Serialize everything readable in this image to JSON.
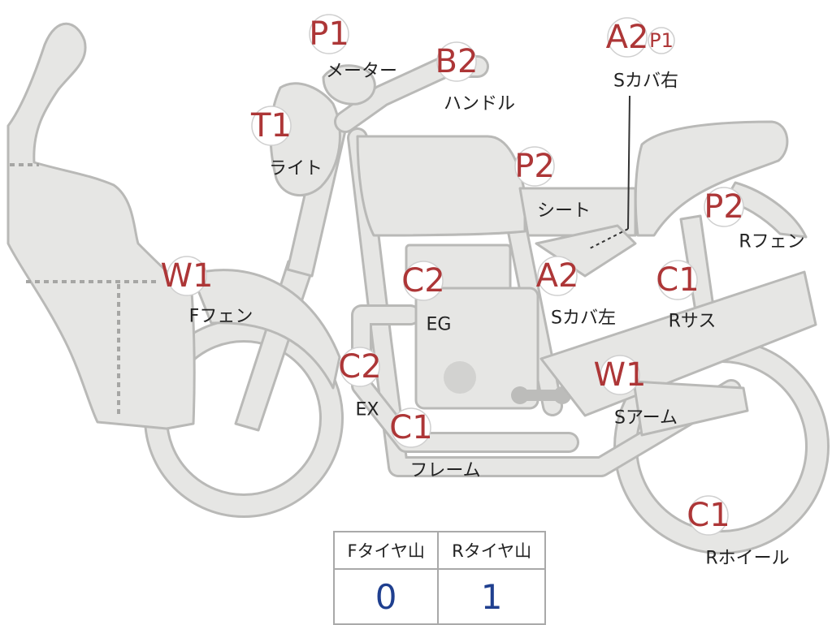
{
  "badges": [
    {
      "id": "p1-meter",
      "code": "P1",
      "label": "メーター"
    },
    {
      "id": "b2-handle",
      "code": "B2",
      "label": "ハンドル"
    },
    {
      "id": "a2-sideleft-right",
      "code": "A2",
      "extra": "P1",
      "label": "Sカバ右"
    },
    {
      "id": "t1-light",
      "code": "T1",
      "label": "ライト"
    },
    {
      "id": "p2-seat",
      "code": "P2",
      "label": "シート"
    },
    {
      "id": "p2-rfender",
      "code": "P2",
      "label": "Rフェン"
    },
    {
      "id": "w1-ffender",
      "code": "W1",
      "label": "Fフェン"
    },
    {
      "id": "c2-engine",
      "code": "C2",
      "label": "EG"
    },
    {
      "id": "a2-sidecover-left",
      "code": "A2",
      "label": "Sカバ左"
    },
    {
      "id": "c1-rsus",
      "code": "C1",
      "label": "Rサス"
    },
    {
      "id": "c2-exhaust",
      "code": "C2",
      "label": "EX"
    },
    {
      "id": "w1-swingarm",
      "code": "W1",
      "label": "Sアーム"
    },
    {
      "id": "c1-frame",
      "code": "C1",
      "label": "フレーム"
    },
    {
      "id": "c1-rwheel",
      "code": "C1",
      "label": "Rホイール"
    }
  ],
  "tread_table": {
    "front_header": "Fタイヤ山",
    "rear_header": "Rタイヤ山",
    "front_value": "0",
    "rear_value": "1"
  }
}
